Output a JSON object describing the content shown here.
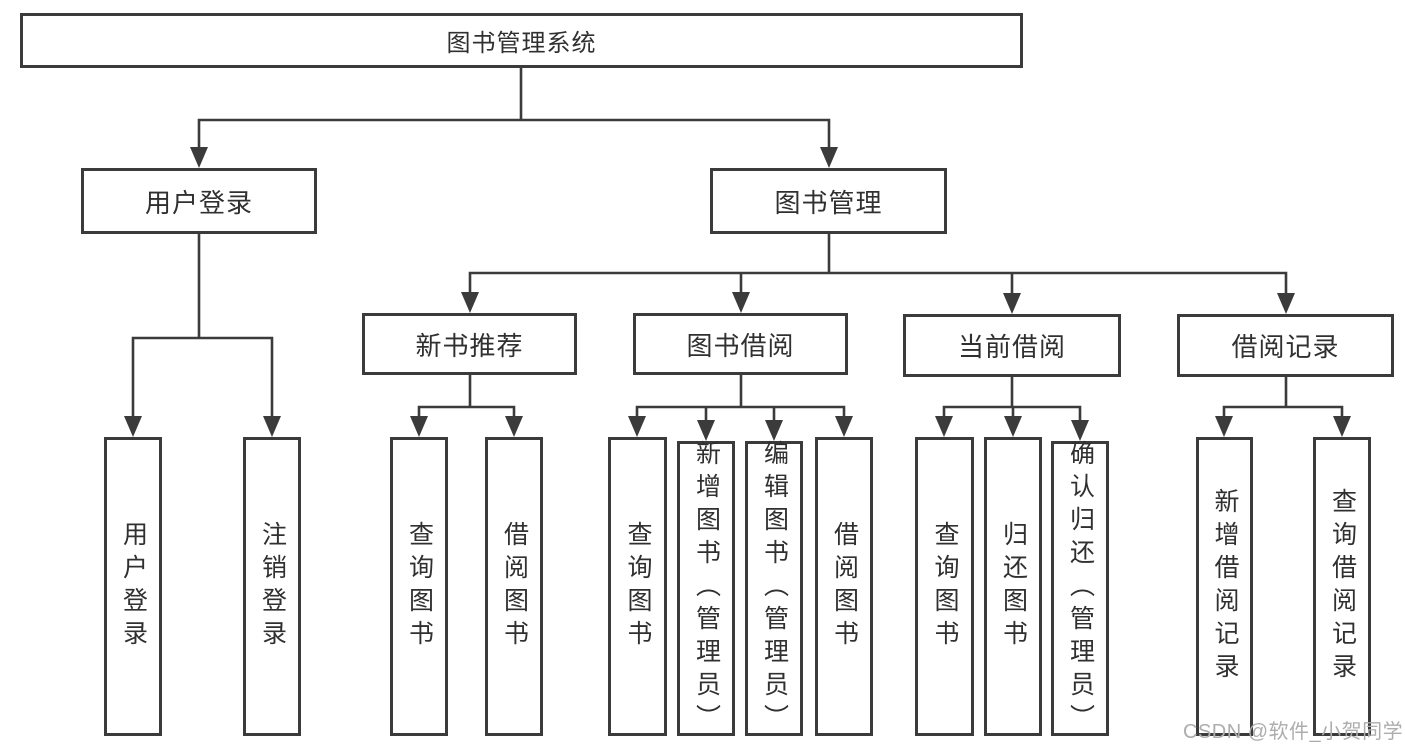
{
  "colors": {
    "background": "#ffffff",
    "line": "#3b3b3b",
    "box_border": "#3b3b3b",
    "text": "#303030",
    "watermark": "#adadad"
  },
  "tree": {
    "root": {
      "label": "图书管理系统"
    },
    "branches": [
      {
        "label": "用户登录",
        "children": [
          {
            "label": "用户登录"
          },
          {
            "label": "注销登录"
          }
        ]
      },
      {
        "label": "图书管理",
        "children": [
          {
            "label": "新书推荐",
            "children": [
              {
                "label": "查询图书"
              },
              {
                "label": "借阅图书"
              }
            ]
          },
          {
            "label": "图书借阅",
            "children": [
              {
                "label": "查询图书"
              },
              {
                "label": "新增图书（管理员）"
              },
              {
                "label": "编辑图书（管理员）"
              },
              {
                "label": "借阅图书"
              }
            ]
          },
          {
            "label": "当前借阅",
            "children": [
              {
                "label": "查询图书"
              },
              {
                "label": "归还图书"
              },
              {
                "label": "确认归还（管理员）"
              }
            ]
          },
          {
            "label": "借阅记录",
            "children": [
              {
                "label": "新增借阅记录"
              },
              {
                "label": "查询借阅记录"
              }
            ]
          }
        ]
      }
    ]
  },
  "watermark": {
    "text": "CSDN @软件_小贺同学"
  }
}
